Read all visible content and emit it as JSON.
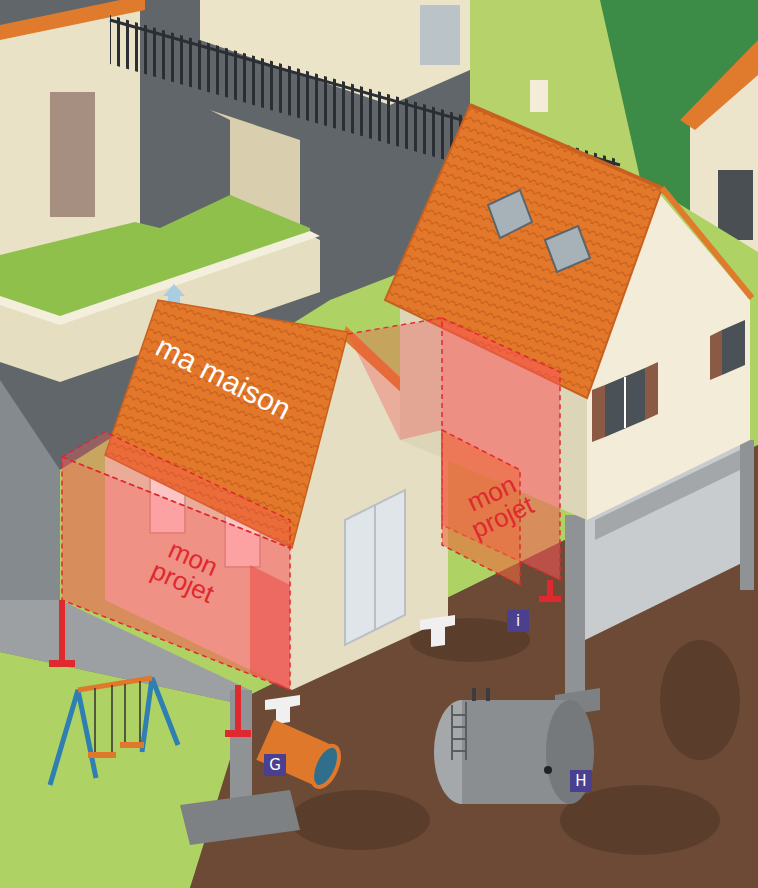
{
  "diagram": {
    "nodes": [
      {
        "text": [
          "ma maison"
        ]
      },
      {
        "text": [
          "mon projet"
        ]
      },
      {
        "text": [
          "mon projet"
        ]
      }
    ],
    "labels": [
      "i",
      "G",
      "H"
    ]
  }
}
